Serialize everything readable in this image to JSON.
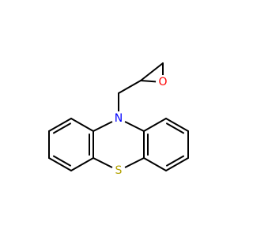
{
  "molecule": {
    "atoms": {
      "N": {
        "label": "N",
        "color": "#0000ff"
      },
      "S": {
        "label": "S",
        "color": "#b2a100"
      },
      "O": {
        "label": "O",
        "color": "#ff0000"
      }
    }
  }
}
